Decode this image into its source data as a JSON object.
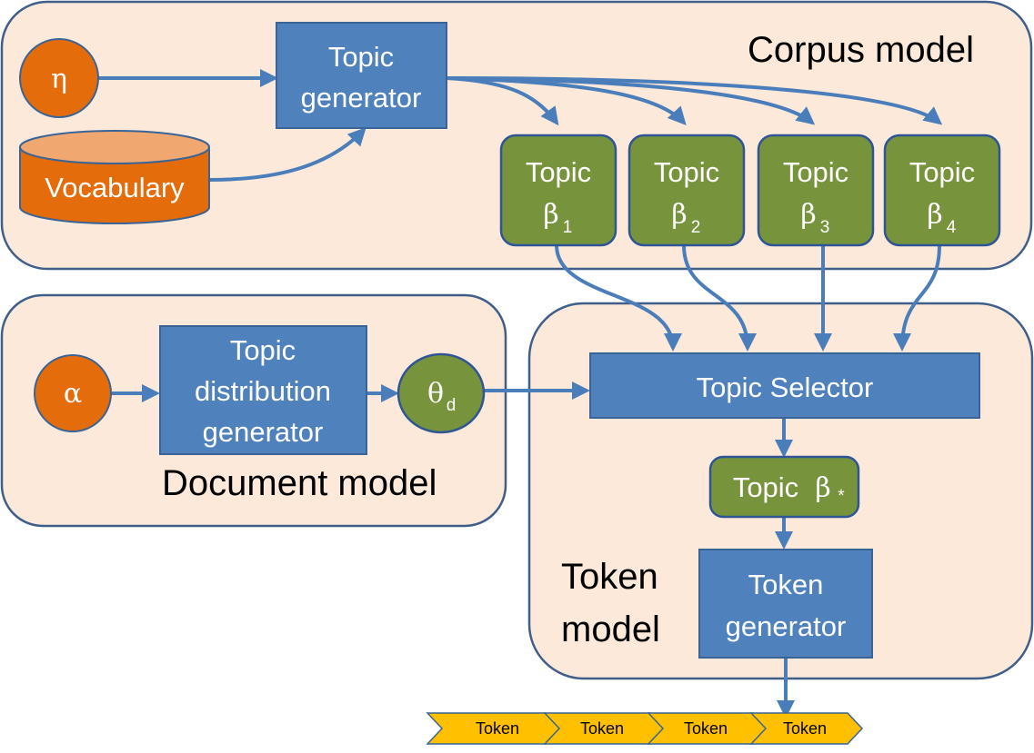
{
  "regions": {
    "corpus": "Corpus model",
    "document": "Document model",
    "token_line1": "Token",
    "token_line2": "model"
  },
  "nodes": {
    "eta": "η",
    "alpha": "α",
    "theta": "θ",
    "theta_sub": "d",
    "vocabulary": "Vocabulary",
    "topic_generator": [
      "Topic",
      "generator"
    ],
    "topic_dist_generator": [
      "Topic",
      "distribution",
      "generator"
    ],
    "topic_selector": "Topic Selector",
    "topic_word": "Topic",
    "beta": "β",
    "topics": [
      "1",
      "2",
      "3",
      "4"
    ],
    "selected_topic": "Topic",
    "selected_sub": "*",
    "token_generator": [
      "Token",
      "generator"
    ]
  },
  "tokens": [
    "Token",
    "Token",
    "Token",
    "Token"
  ],
  "colors": {
    "region_fill": "#fde9d9",
    "process_blue": "#4f81bd",
    "topic_green": "#77933c",
    "param_orange": "#e46c0a",
    "token_yellow": "#ffc000",
    "arrow": "#4a7ebb"
  }
}
